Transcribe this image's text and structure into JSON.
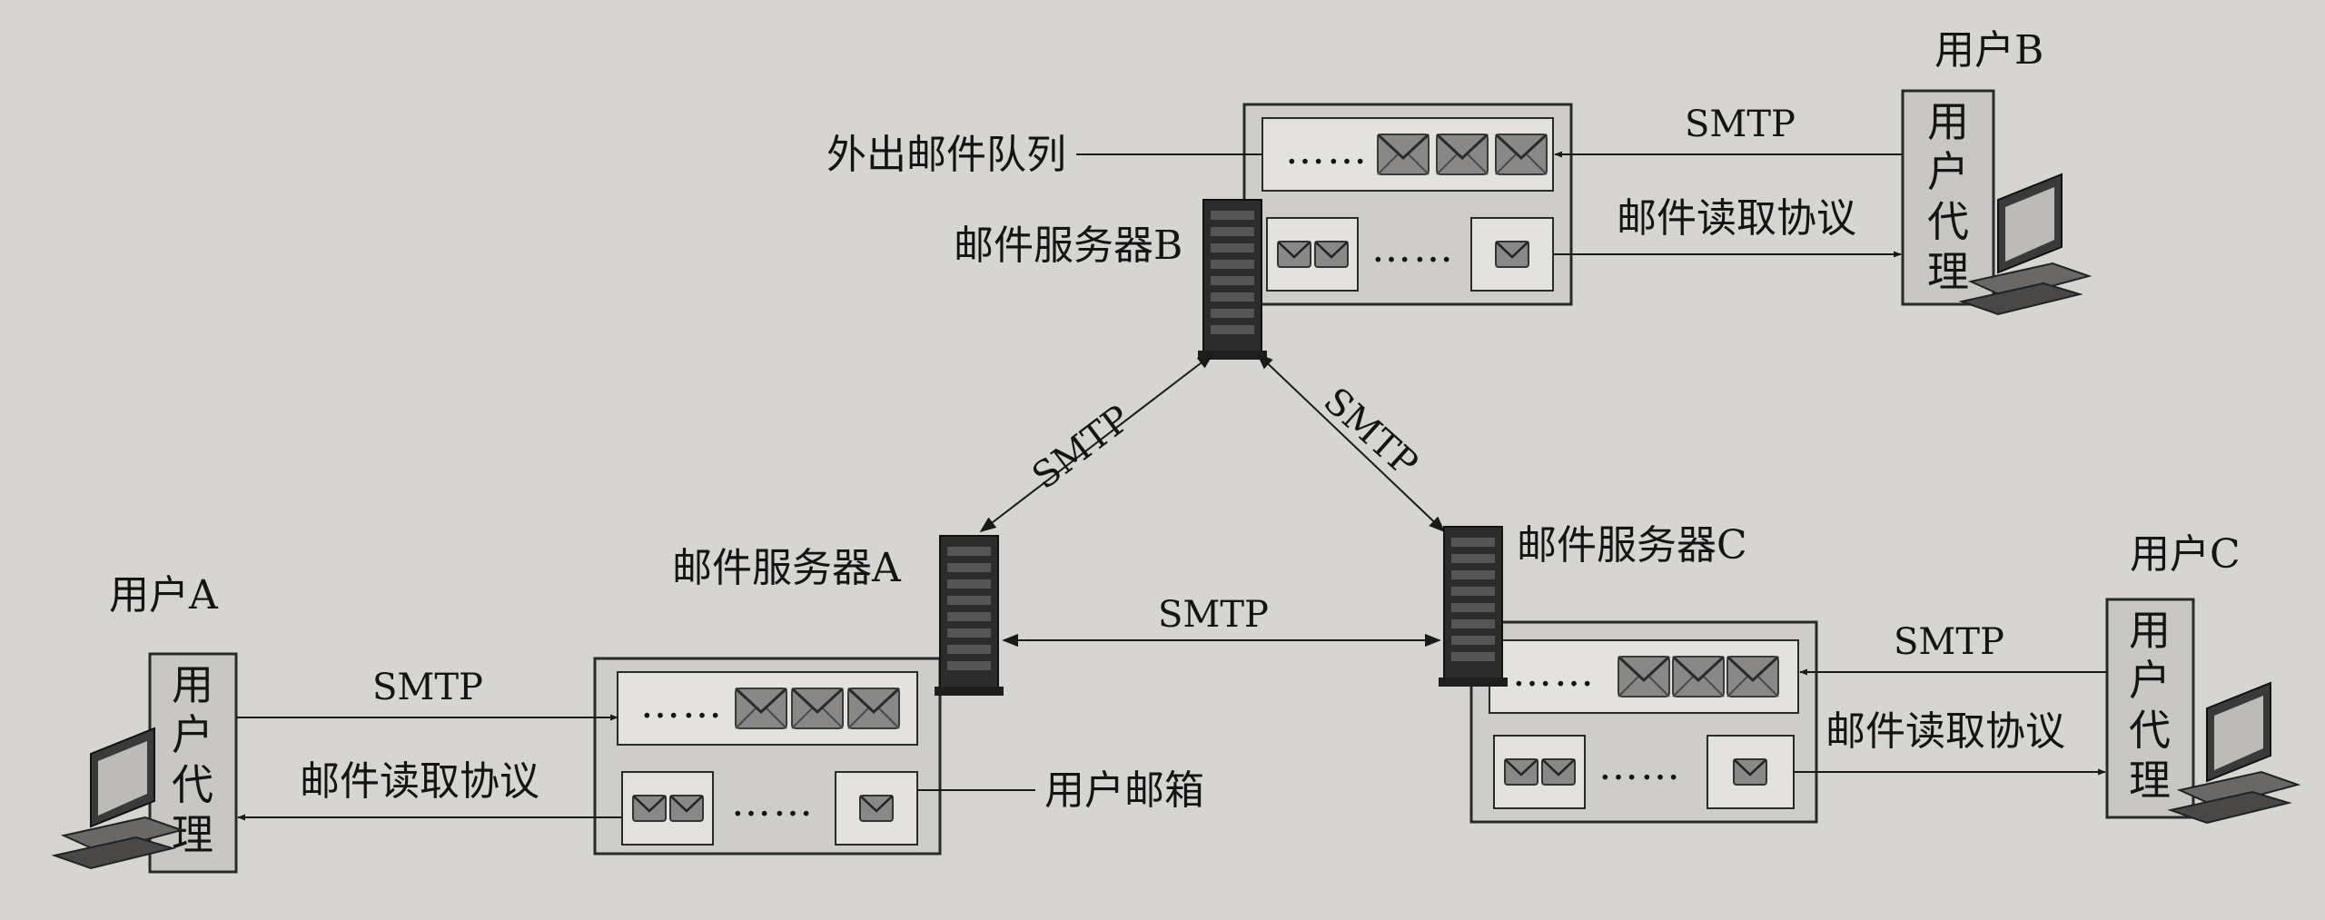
{
  "labels": {
    "outgoing_queue": "外出邮件队列",
    "user_mailbox": "用户邮箱",
    "mail_server_a": "邮件服务器A",
    "mail_server_b": "邮件服务器B",
    "mail_server_c": "邮件服务器C",
    "user_a": "用户A",
    "user_b": "用户B",
    "user_c": "用户C",
    "smtp": "SMTP",
    "read_protocol": "邮件读取协议",
    "ellipsis": "……"
  },
  "user_agent_chars": [
    "用",
    "户",
    "代",
    "理"
  ],
  "colors": {
    "paper": "#d7d5d2",
    "box_border": "#2a2a2a",
    "server_dark": "#2c2c2c",
    "box_fill": "#cfcdca",
    "inner_fill": "#e4e2df"
  },
  "icons": [
    "envelope-icon",
    "server-tower-icon",
    "computer-icon",
    "mailbox-icon"
  ]
}
